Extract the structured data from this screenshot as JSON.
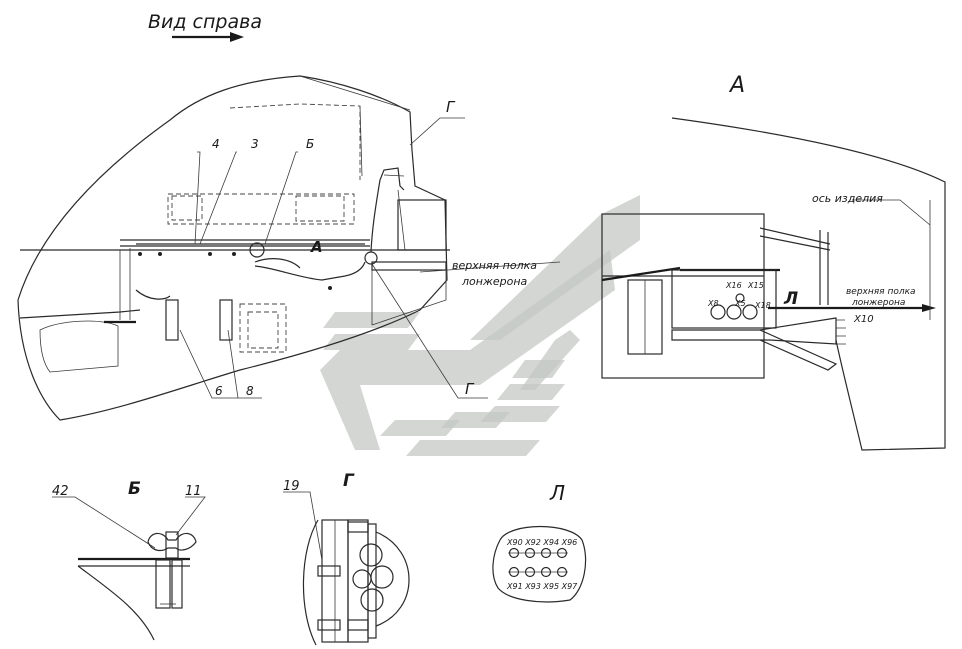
{
  "title": "Вид справа",
  "callouts": {
    "n4": "4",
    "n3": "3",
    "b": "Б",
    "g_top": "Г",
    "a_mark": "А",
    "g_mid": "Г",
    "n6": "6",
    "n8": "8"
  },
  "beam_note": [
    "верхняя полка",
    "лонжерона"
  ],
  "view_a": {
    "title": "А",
    "axis_label": "ось изделия",
    "beam_note": [
      "верхняя полка",
      "лонжерона"
    ],
    "l_mark": "Л",
    "x10": "X10",
    "conn_top": [
      "X16",
      "X15"
    ],
    "conn_side": [
      "X8",
      "X5",
      "X18"
    ]
  },
  "detail_b": {
    "title": "Б",
    "n42": "42",
    "n11": "11"
  },
  "detail_g": {
    "title": "Г",
    "n19": "19"
  },
  "detail_l": {
    "title": "Л",
    "top_row": "X90 X92 X94 X96",
    "bottom_row": "X91 X93 X95 X97"
  }
}
